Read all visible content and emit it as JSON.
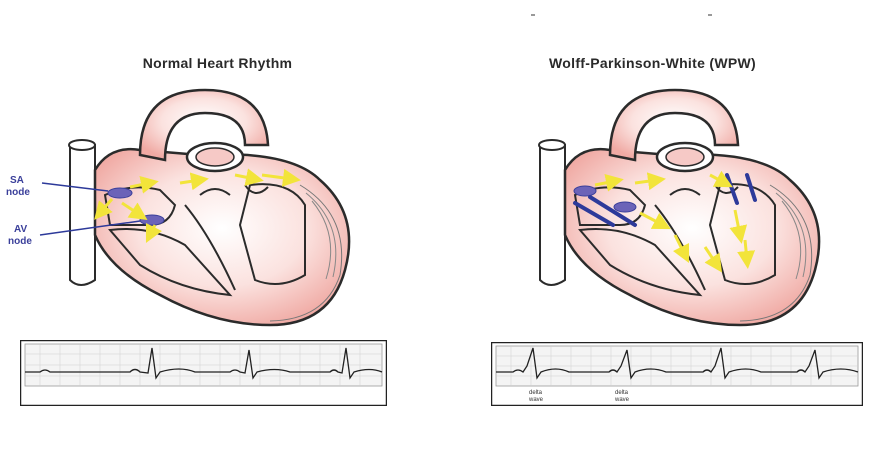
{
  "left": {
    "title": "Normal Heart Rhythm",
    "sa_label_line1": "SA",
    "sa_label_line2": "node",
    "av_label_line1": "AV",
    "av_label_line2": "node"
  },
  "right": {
    "title": "Wolff-Parkinson-White (WPW)",
    "delta_label_line1": "delta",
    "delta_label_line2": "wave"
  },
  "colors": {
    "heart_tissue": "#f6c9c6",
    "heart_outline": "#2b2b2b",
    "node": "#6b63b8",
    "arrow": "#f2e43a",
    "accessory_pathway": "#2d3a9a",
    "ecg_grid": "#cfcfcf",
    "ecg_trace": "#222222"
  }
}
